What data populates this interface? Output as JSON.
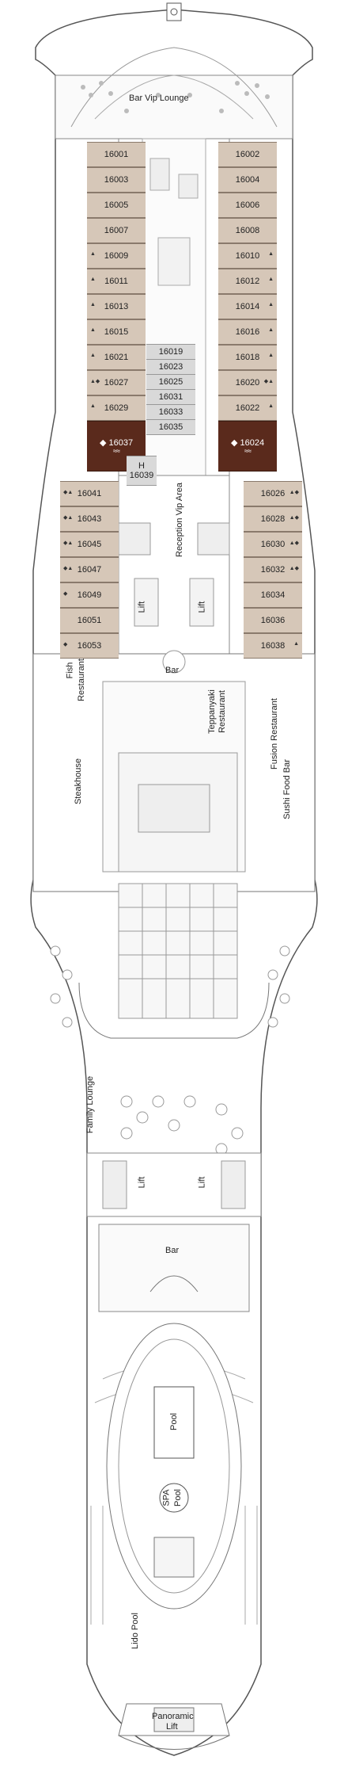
{
  "deck": {
    "cabins_left_upper": [
      {
        "num": "16001",
        "marks": ""
      },
      {
        "num": "16003",
        "marks": ""
      },
      {
        "num": "16005",
        "marks": ""
      },
      {
        "num": "16007",
        "marks": ""
      },
      {
        "num": "16009",
        "marks": "▲"
      },
      {
        "num": "16011",
        "marks": "▲"
      },
      {
        "num": "16013",
        "marks": "▲"
      },
      {
        "num": "16015",
        "marks": "▲"
      },
      {
        "num": "16021",
        "marks": "▲"
      },
      {
        "num": "16027",
        "marks": "▲◆"
      },
      {
        "num": "16029",
        "marks": "▲"
      }
    ],
    "cabins_right_upper": [
      {
        "num": "16002",
        "marks": ""
      },
      {
        "num": "16004",
        "marks": ""
      },
      {
        "num": "16006",
        "marks": ""
      },
      {
        "num": "16008",
        "marks": ""
      },
      {
        "num": "16010",
        "marks": "▲"
      },
      {
        "num": "16012",
        "marks": "▲"
      },
      {
        "num": "16014",
        "marks": "▲"
      },
      {
        "num": "16016",
        "marks": "▲"
      },
      {
        "num": "16018",
        "marks": "▲"
      },
      {
        "num": "16020",
        "marks": "◆▲"
      },
      {
        "num": "16022",
        "marks": "▲"
      }
    ],
    "cabins_inner": [
      "16019",
      "16023",
      "16025",
      "16031",
      "16033",
      "16035"
    ],
    "suite_left": {
      "num": "16037",
      "marks": "◆"
    },
    "suite_right": {
      "num": "16024",
      "marks": "◆"
    },
    "suite_icon": "≈≈",
    "cabins_left_lower": [
      {
        "num": "16041",
        "marks": "◆▲"
      },
      {
        "num": "16043",
        "marks": "◆▲"
      },
      {
        "num": "16045",
        "marks": "◆▲"
      },
      {
        "num": "16047",
        "marks": "◆▲"
      },
      {
        "num": "16049",
        "marks": "◆"
      },
      {
        "num": "16051",
        "marks": ""
      },
      {
        "num": "16053",
        "marks": "◆"
      }
    ],
    "cabins_right_lower": [
      {
        "num": "16026",
        "marks": "▲◆"
      },
      {
        "num": "16028",
        "marks": "▲◆"
      },
      {
        "num": "16030",
        "marks": "▲◆"
      },
      {
        "num": "16032",
        "marks": "▲◆"
      },
      {
        "num": "16034",
        "marks": ""
      },
      {
        "num": "16036",
        "marks": ""
      },
      {
        "num": "16038",
        "marks": "▲"
      }
    ],
    "cabin_16039": {
      "top": "H",
      "num": "16039"
    },
    "labels": {
      "bar_vip_lounge": "Bar Vip Lounge",
      "reception_vip_area": "Reception Vip Area",
      "lift": "Lift",
      "bar": "Bar",
      "fish_restaurant_1": "Fish",
      "fish_restaurant_2": "Restaurant",
      "teppanyaki_1": "Teppanyaki",
      "teppanyaki_2": "Restaurant",
      "fusion_restaurant": "Fusion Restaurant",
      "steakhouse": "Steakhouse",
      "sushi_food_bar": "Sushi Food Bar",
      "family_lounge": "Family Lounge",
      "pool": "Pool",
      "spa_pool_1": "SPA",
      "spa_pool_2": "Pool",
      "lido_pool": "Lido Pool",
      "panoramic_1": "Panoramic",
      "panoramic_2": "Lift"
    },
    "colors": {
      "cabin": "#d6c7b8",
      "inner": "#d9d9d9",
      "suite": "#5a2a1c",
      "outline": "#555555"
    }
  }
}
